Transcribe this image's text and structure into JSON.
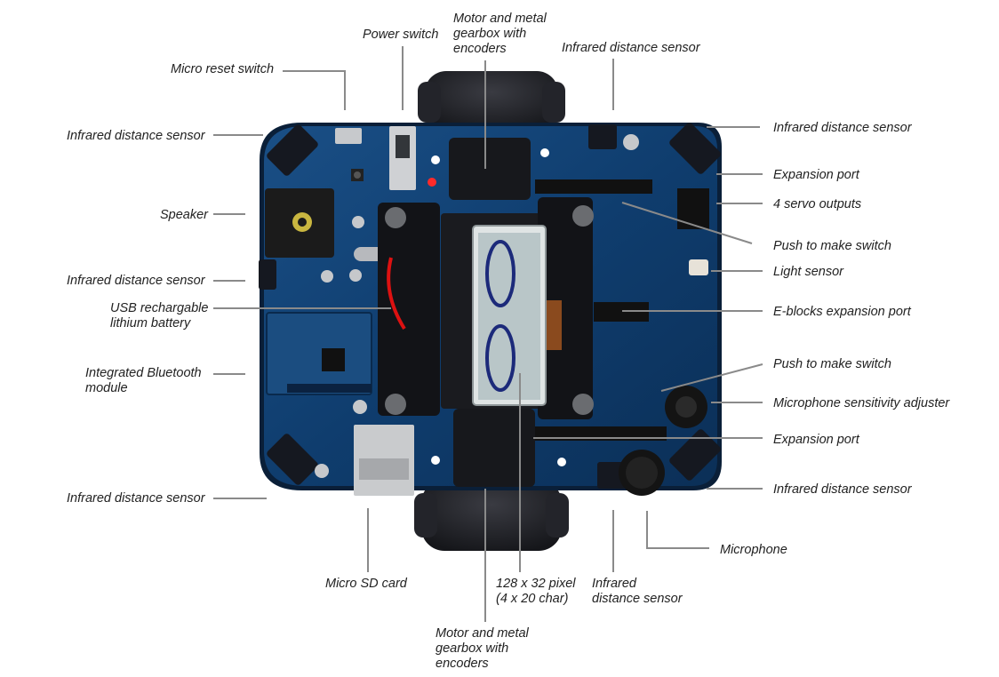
{
  "labels": {
    "micro_reset_switch": "Micro reset switch",
    "power_switch": "Power switch",
    "motor_top": [
      "Motor and metal",
      "gearbox with",
      "encoders"
    ],
    "ir_top_center": "Infrared distance sensor",
    "ir_top_left": "Infrared distance sensor",
    "ir_top_right": "Infrared distance sensor",
    "expansion_port_top": "Expansion port",
    "servo_outputs": "4 servo outputs",
    "speaker": "Speaker",
    "push_switch_top": "Push to make switch",
    "light_sensor": "Light sensor",
    "ir_mid_left": "Infrared distance sensor",
    "usb_battery": [
      "USB rechargable",
      "lithium battery"
    ],
    "eblocks_port": "E-blocks expansion port",
    "bluetooth": [
      "Integrated Bluetooth",
      "module"
    ],
    "push_switch_bottom": "Push to make switch",
    "mic_adjuster": "Microphone sensitivity adjuster",
    "expansion_port_bottom": "Expansion port",
    "ir_bottom_left": "Infrared distance sensor",
    "ir_bottom_right": "Infrared distance sensor",
    "microphone": "Microphone",
    "micro_sd": "Micro SD card",
    "lcd": [
      "128 x 32 pixel",
      "(4 x 20 char)"
    ],
    "ir_bottom_center": [
      "Infrared",
      "distance sensor"
    ],
    "motor_bottom": [
      "Motor and metal",
      "gearbox with",
      "encoders"
    ]
  },
  "colors": {
    "pcb": "#0f3d6e",
    "pcb_dark": "#0a2a4d",
    "wheel": "#1e1f24",
    "lcd": "#b9c6c8",
    "leader": "#888888"
  }
}
